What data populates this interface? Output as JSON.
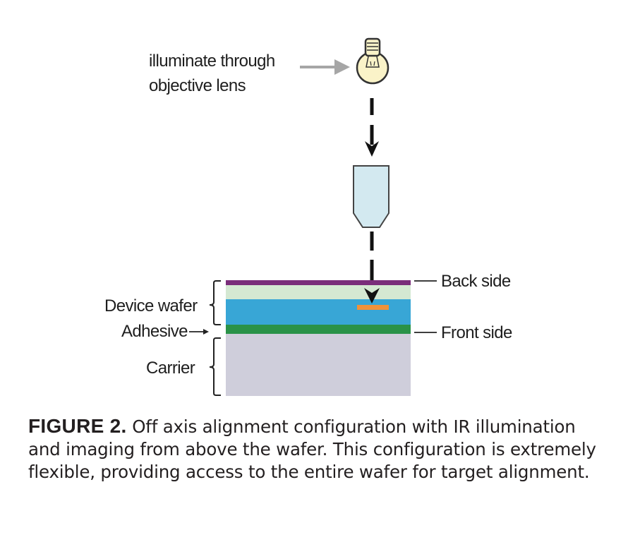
{
  "figure": {
    "illumination_label_line1": "illuminate through",
    "illumination_label_line2": "objective lens",
    "layer_labels": {
      "device_wafer": "Device wafer",
      "adhesive": "Adhesive",
      "carrier": "Carrier",
      "back_side": "Back side",
      "front_side": "Front side"
    },
    "colors": {
      "bulb_fill": "#faf3c8",
      "lens_fill": "#d3e9f0",
      "back_side_layer": "#7a2d7a",
      "device_top_layer": "#d4e8d2",
      "device_main_layer": "#38a6d6",
      "alignment_target": "#f0923a",
      "adhesive_layer": "#2a9248",
      "carrier_layer": "#cfcedb",
      "gray_arrow": "#a6a6a6"
    }
  },
  "caption": {
    "figure_number": "FIGURE 2.",
    "text": "Off axis alignment configuration with IR illumination and imaging from above the wafer. This configuration is extremely flexible, providing access to the entire wafer for target alignment."
  }
}
